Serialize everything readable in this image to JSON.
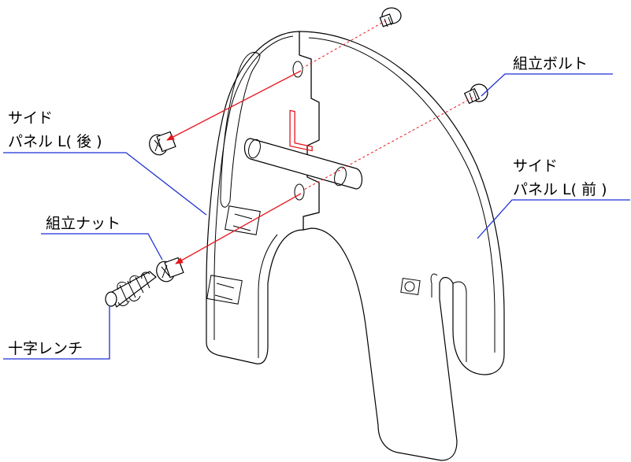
{
  "labels": {
    "assembly_bolt": "組立ボルト",
    "side_panel_rear": [
      "サイド",
      "パネル L( 後 )"
    ],
    "side_panel_front": [
      "サイド",
      "パネル L( 前 )"
    ],
    "assembly_nut": "組立ナット",
    "cross_wrench": "十字レンチ",
    "panel_mark": "L"
  },
  "colors": {
    "leader_line": "#1f2fd6",
    "arrow": "#e8141c",
    "outline": "#000000"
  }
}
